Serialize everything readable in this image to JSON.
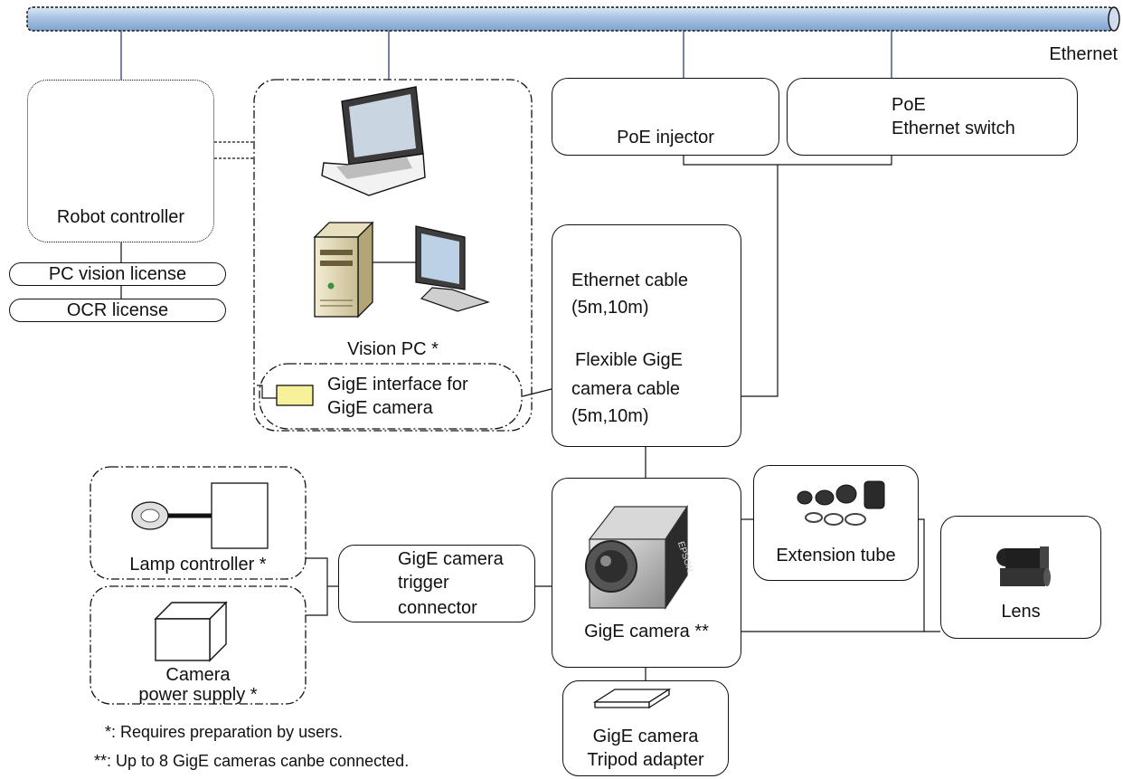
{
  "network": {
    "label": "Ethernet"
  },
  "nodes": {
    "robot_controller": "Robot controller",
    "pc_vision_license": "PC vision license",
    "ocr_license": "OCR license",
    "vision_pc": "Vision PC *",
    "gige_interface": [
      "GigE interface for",
      "GigE camera"
    ],
    "poe_injector": "PoE injector",
    "poe_switch": [
      "PoE",
      "Ethernet switch"
    ],
    "ethernet_cable": [
      "Ethernet cable",
      "(5m,10m)"
    ],
    "flex_cable": [
      "Flexible GigE",
      "camera cable",
      "(5m,10m)"
    ],
    "lamp_controller": "Lamp controller *",
    "camera_power": [
      "Camera",
      "power supply  *"
    ],
    "trigger_connector": [
      "GigE camera",
      "trigger",
      "connector"
    ],
    "gige_camera": "GigE camera **",
    "camera_brand": "EPSON",
    "extension_tube": "Extension tube",
    "lens": "Lens",
    "tripod": [
      "GigE camera",
      "Tripod adapter"
    ]
  },
  "notes": [
    "*: Requires preparation by users.",
    "**: Up to 8 GigE cameras canbe connected."
  ]
}
